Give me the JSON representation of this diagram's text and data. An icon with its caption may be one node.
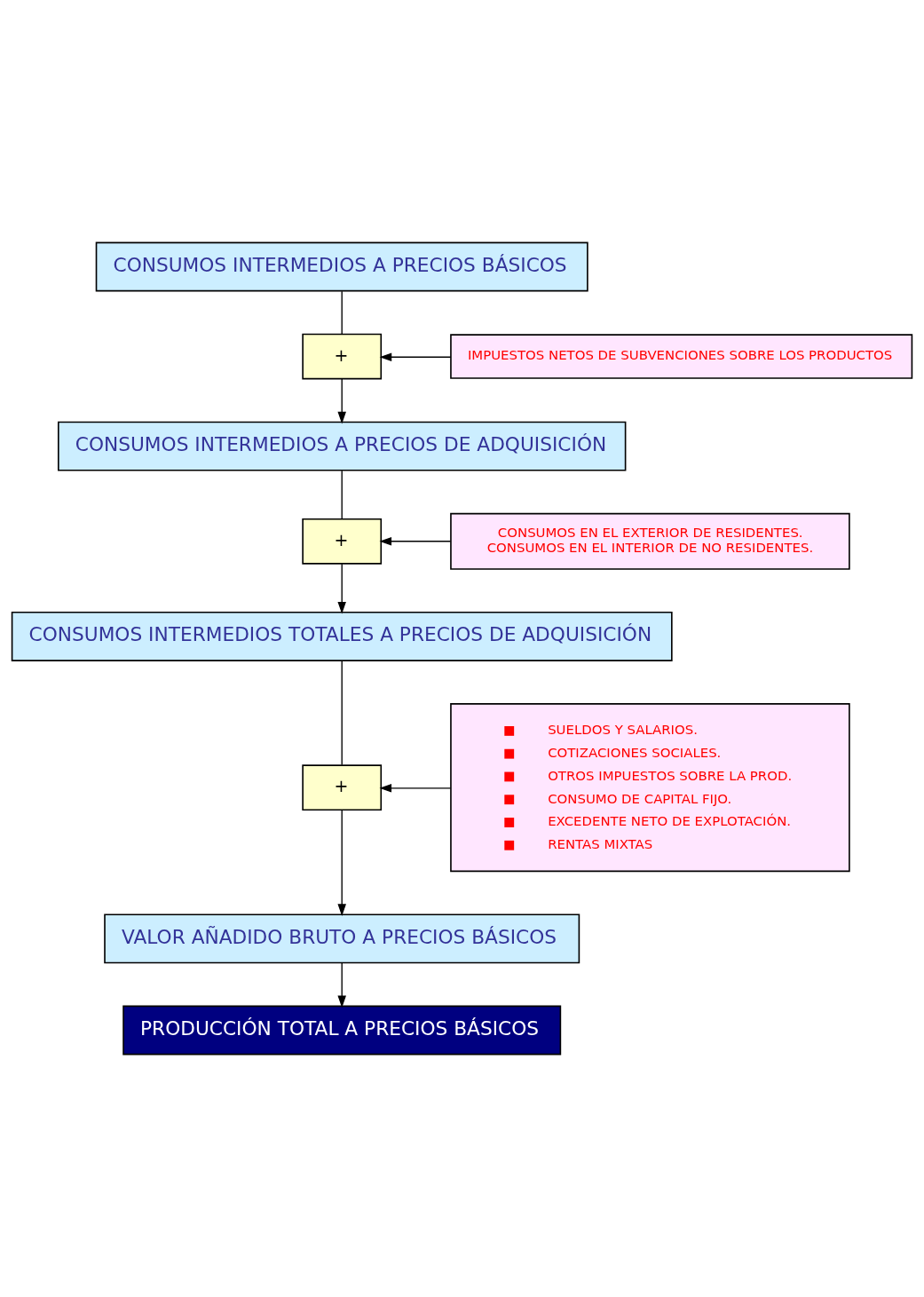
{
  "diagram": {
    "nodes": [
      {
        "text": [
          "CONSUMOS INTERMEDIOS A PRECIOS BÁSICOS"
        ]
      },
      {
        "text": [
          "+"
        ]
      },
      {
        "text": [
          "IMPUESTOS NETOS DE SUBVENCIONES SOBRE LOS PRODUCTOS"
        ]
      },
      {
        "text": [
          "CONSUMOS INTERMEDIOS A PRECIOS DE ADQUISICIÓN"
        ]
      },
      {
        "text": [
          "+"
        ]
      },
      {
        "text": [
          "CONSUMOS EN EL EXTERIOR DE RESIDENTES.",
          "CONSUMOS EN EL INTERIOR DE NO RESIDENTES."
        ]
      },
      {
        "text": [
          "CONSUMOS INTERMEDIOS TOTALES A PRECIOS DE ADQUISICIÓN"
        ]
      },
      {
        "text": [
          "+"
        ]
      },
      {
        "text": [
          "SUELDOS Y SALARIOS.",
          "COTIZACIONES SOCIALES.",
          "OTROS IMPUESTOS SOBRE LA PROD.",
          "CONSUMO DE CAPITAL FIJO.",
          "EXCEDENTE NETO DE EXPLOTACIÓN.",
          "RENTAS MIXTAS"
        ]
      },
      {
        "text": [
          "VALOR AÑADIDO BRUTO A PRECIOS BÁSICOS"
        ]
      },
      {
        "text": [
          "PRODUCCIÓN TOTAL A PRECIOS BÁSICOS"
        ]
      }
    ],
    "edges": [
      {
        "from": 0,
        "to": 1,
        "arrow": "none"
      },
      {
        "from": 2,
        "to": 1,
        "arrow": "to"
      },
      {
        "from": 1,
        "to": 3,
        "arrow": "to"
      },
      {
        "from": 3,
        "to": 4,
        "arrow": "none"
      },
      {
        "from": 5,
        "to": 4,
        "arrow": "to"
      },
      {
        "from": 4,
        "to": 6,
        "arrow": "to"
      },
      {
        "from": 6,
        "to": 7,
        "arrow": "none"
      },
      {
        "from": 8,
        "to": 7,
        "arrow": "to"
      },
      {
        "from": 7,
        "to": 9,
        "arrow": "to"
      },
      {
        "from": 9,
        "to": 10,
        "arrow": "to"
      }
    ]
  }
}
